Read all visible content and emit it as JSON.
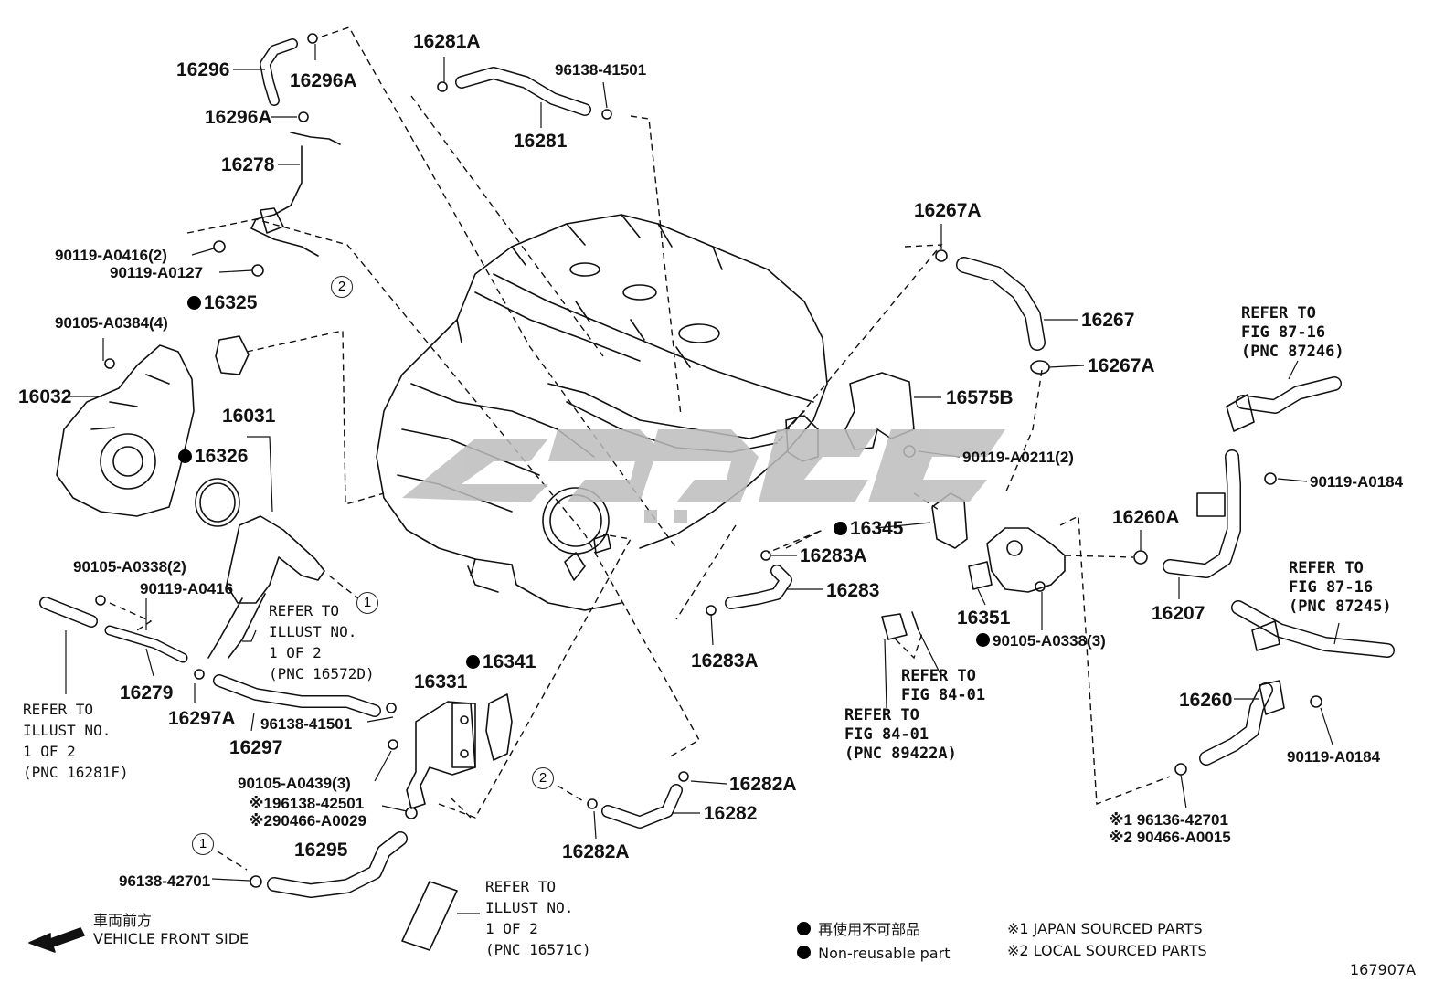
{
  "figure_id": "167907A",
  "legend": {
    "non_reusable_jp": "再使用不可部品",
    "non_reusable_en": "Non-reusable part",
    "japan_sourced": "※1 JAPAN SOURCED PARTS",
    "local_sourced": "※2 LOCAL SOURCED PARTS"
  },
  "front": {
    "jp": "車両前方",
    "en": "VEHICLE FRONT SIDE"
  },
  "callouts": {
    "one": "1",
    "two": "2"
  },
  "labels": {
    "p16296": "16296",
    "p16296A_top": "16296A",
    "p16296A_mid": "16296A",
    "p16278": "16278",
    "p90119_A0416_2": "90119-A0416(2)",
    "p90119_A0127": "90119-A0127",
    "p16325": "16325",
    "p90105_A0384_4": "90105-A0384(4)",
    "p16032": "16032",
    "p16031": "16031",
    "p16326": "16326",
    "p90105_A0338_2": "90105-A0338(2)",
    "p90119_A0416": "90119-A0416",
    "p16279": "16279",
    "p16297A": "16297A",
    "p16297": "16297",
    "p96138_41501_low": "96138-41501",
    "p16331": "16331",
    "p16341": "16341",
    "p90105_A0439_3": "90105-A0439(3)",
    "p96138_42501": "※196138-42501",
    "p90466_A0029": "※290466-A0029",
    "p16295": "16295",
    "p96138_42701": "96138-42701",
    "p16281A": "16281A",
    "p96138_41501_top": "96138-41501",
    "p16281": "16281",
    "p16267A_top": "16267A",
    "p16267": "16267",
    "p16267A_low": "16267A",
    "p16575B": "16575B",
    "p90119_A0211_2": "90119-A0211(2)",
    "p16345": "16345",
    "p16283A_top": "16283A",
    "p16283": "16283",
    "p16283A_low": "16283A",
    "p16351": "16351",
    "p90105_A0338_3": "90105-A0338(3)",
    "p16260A": "16260A",
    "p16207": "16207",
    "p90119_A0184_top": "90119-A0184",
    "p16260": "16260",
    "p90119_A0184_low": "90119-A0184",
    "p96136_42701": "※1 96136-42701",
    "p90466_A0015": "※2 90466-A0015",
    "p16282A_top": "16282A",
    "p16282": "16282",
    "p16282A_low": "16282A"
  },
  "refs": {
    "illust_16572D": "REFER TO\nILLUST NO.\n1 OF 2\n(PNC 16572D)",
    "illust_16281F": "REFER TO\nILLUST NO.\n1 OF 2\n(PNC 16281F)",
    "illust_16571C": "REFER TO\nILLUST NO.\n1 OF 2\n(PNC 16571C)",
    "fig87_87246": "REFER TO\nFIG 87-16\n(PNC 87246)",
    "fig87_87245": "REFER TO\nFIG 87-16\n(PNC 87245)",
    "fig84_a": "REFER TO\nFIG 84-01",
    "fig84_b": "REFER TO\nFIG 84-01\n(PNC 89422A)"
  },
  "watermark_color": "#bdbdbd"
}
